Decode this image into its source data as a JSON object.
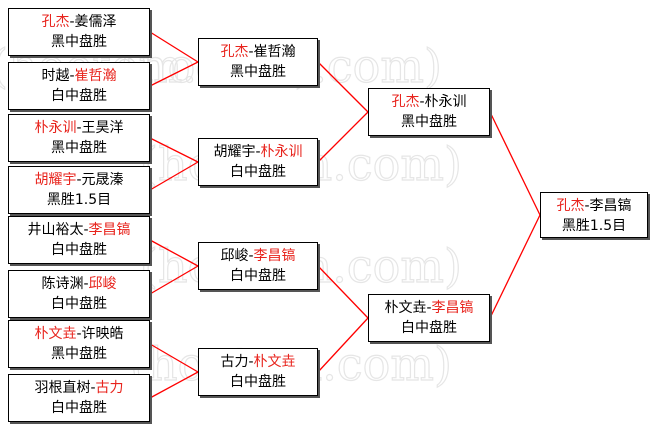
{
  "watermark": "(hoetom.com)",
  "colors": {
    "highlight": "#e8231c",
    "line": "#ff0000",
    "border": "#000000",
    "text": "#000000"
  },
  "round1": [
    {
      "a": "孔杰",
      "sep": "-",
      "b": "姜儒泽",
      "winner": "a",
      "result": "黑中盘胜"
    },
    {
      "a": "时越",
      "sep": "-",
      "b": "崔哲瀚",
      "winner": "b",
      "result": "白中盘胜"
    },
    {
      "a": "朴永训",
      "sep": "-",
      "b": "王昊洋",
      "winner": "a",
      "result": "黑中盘胜"
    },
    {
      "a": "胡耀宇",
      "sep": "-",
      "b": "元晟溱",
      "winner": "a",
      "result": "黑胜1.5目"
    },
    {
      "a": "井山裕太",
      "sep": "-",
      "b": "李昌镐",
      "winner": "b",
      "result": "白中盘胜"
    },
    {
      "a": "陈诗渊",
      "sep": "-",
      "b": "邱峻",
      "winner": "b",
      "result": "白中盘胜"
    },
    {
      "a": "朴文垚",
      "sep": "-",
      "b": "许映皓",
      "winner": "a",
      "result": "黑中盘胜"
    },
    {
      "a": "羽根直树",
      "sep": "-",
      "b": "古力",
      "winner": "b",
      "result": "白中盘胜"
    }
  ],
  "round2": [
    {
      "a": "孔杰",
      "sep": "-",
      "b": "崔哲瀚",
      "winner": "a",
      "result": "黑中盘胜"
    },
    {
      "a": "胡耀宇",
      "sep": "-",
      "b": "朴永训",
      "winner": "b",
      "result": "白中盘胜"
    },
    {
      "a": "邱峻",
      "sep": "-",
      "b": "李昌镐",
      "winner": "b",
      "result": "白中盘胜"
    },
    {
      "a": "古力",
      "sep": "-",
      "b": "朴文垚",
      "winner": "b",
      "result": "白中盘胜"
    }
  ],
  "round3": [
    {
      "a": "孔杰",
      "sep": "-",
      "b": "朴永训",
      "winner": "a",
      "result": "黑中盘胜"
    },
    {
      "a": "朴文垚",
      "sep": "-",
      "b": "李昌镐",
      "winner": "b",
      "result": "白中盘胜"
    }
  ],
  "final": [
    {
      "a": "孔杰",
      "sep": "-",
      "b": "李昌镐",
      "winner": "a",
      "result": "黑胜1.5目"
    }
  ]
}
